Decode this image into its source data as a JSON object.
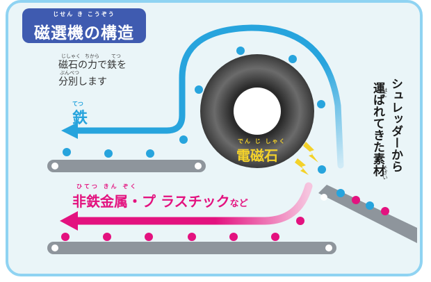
{
  "title": {
    "ruby": "じせん き  こうぞう",
    "text": "磁選機の構造"
  },
  "description": {
    "ruby_1a": "じしゃく",
    "ruby_1b": "ちから",
    "ruby_1c": "てつ",
    "line_1": "磁石の力で鉄を",
    "ruby_2": "ぶんべつ",
    "line_2": "分別します"
  },
  "iron": {
    "ruby": "てつ",
    "label": "鉄"
  },
  "nonferrous": {
    "ruby": "ひてつ きん ぞく",
    "label_main": "非鉄金属・プ ラスチック",
    "label_suffix": "など"
  },
  "electromagnet": {
    "ruby": "でん じ しゃく",
    "label": "電磁石"
  },
  "source": {
    "line_1": "シュレッダーから",
    "line_2": "運ばれてきた素材",
    "ruby_a": "はこ",
    "ruby_b": "そざい"
  },
  "colors": {
    "iron": "#27a4dd",
    "nonferrous": "#e3127f",
    "title_bg": "#3f5bb0",
    "frame": "#8fd3f2",
    "belt": "#8e959c",
    "magnet_label": "#f4d22a"
  }
}
